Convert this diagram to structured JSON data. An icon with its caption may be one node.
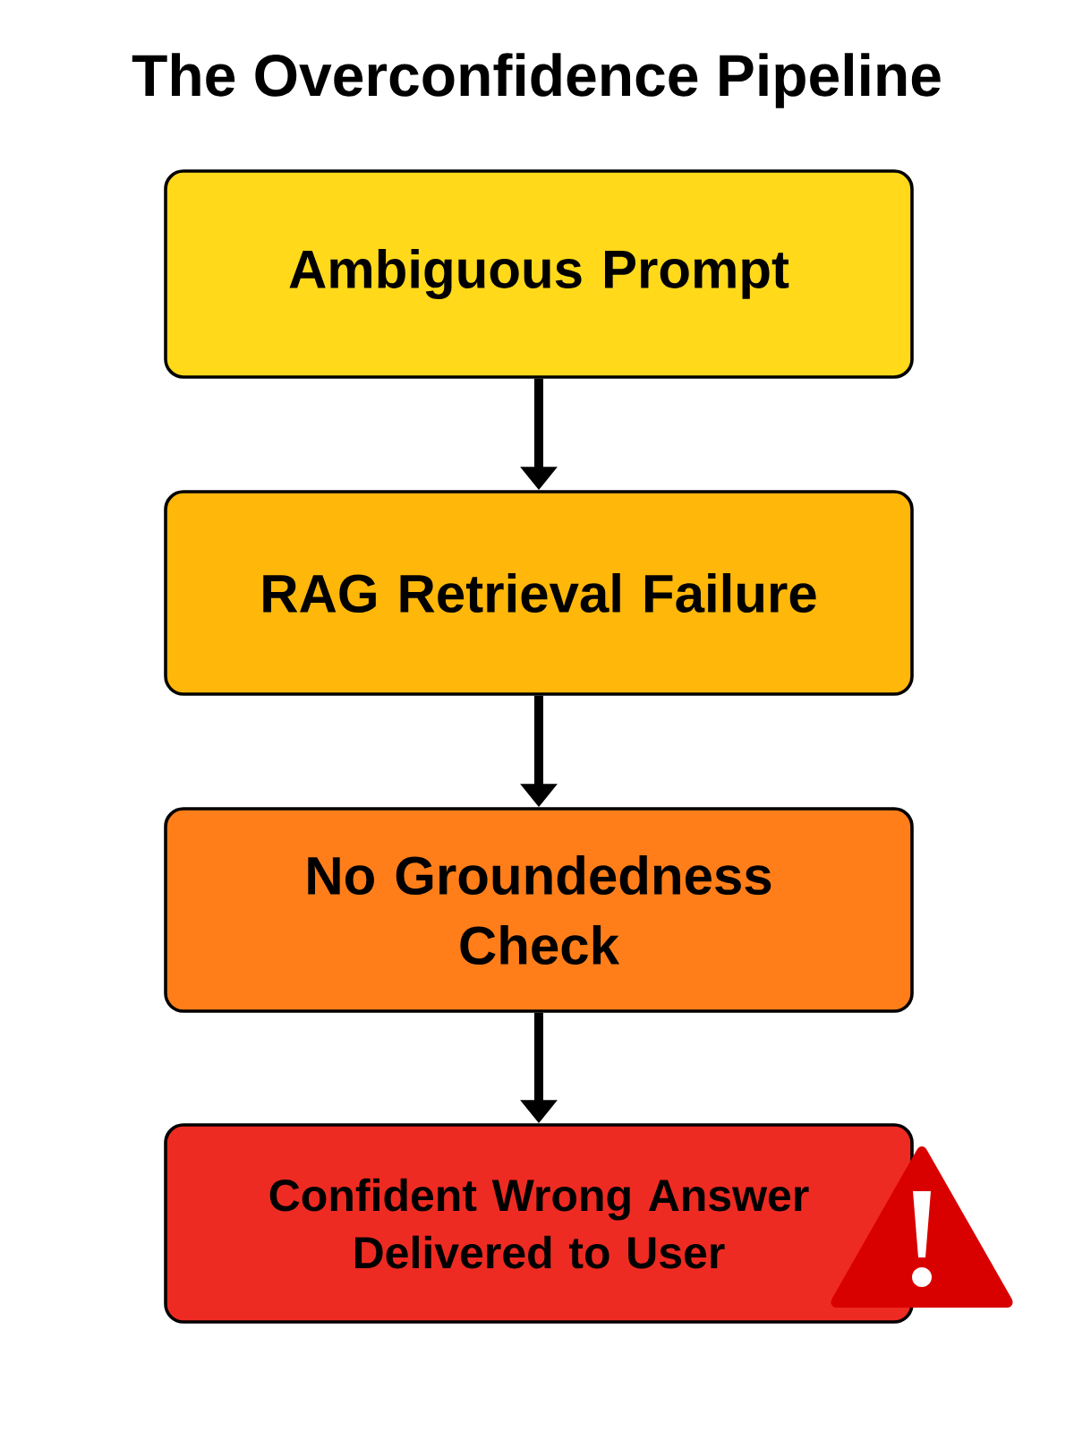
{
  "diagram": {
    "title": "The Overconfidence Pipeline",
    "nodes": [
      {
        "text": [
          "Ambiguous Prompt"
        ]
      },
      {
        "text": [
          "RAG Retrieval Failure"
        ]
      },
      {
        "text": [
          "No Groundedness Check"
        ]
      },
      {
        "text": [
          "Confident Wrong Answer Delivered to User"
        ]
      }
    ],
    "edges": [
      {
        "from": 0,
        "to": 1,
        "arrow": "to"
      },
      {
        "from": 1,
        "to": 2,
        "arrow": "to"
      },
      {
        "from": 2,
        "to": 3,
        "arrow": "to"
      }
    ]
  }
}
